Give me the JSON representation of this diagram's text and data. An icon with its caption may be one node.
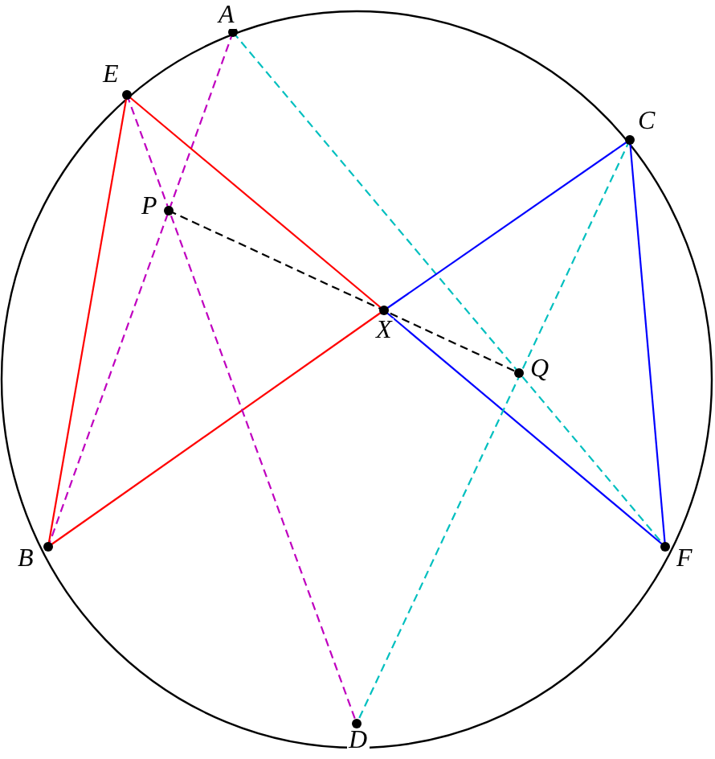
{
  "diagram": {
    "nodes": [
      {
        "text": [
          "A"
        ]
      },
      {
        "text": [
          "E"
        ]
      },
      {
        "text": [
          "C"
        ]
      },
      {
        "text": [
          "P"
        ]
      },
      {
        "text": [
          "X"
        ]
      },
      {
        "text": [
          "Q"
        ]
      },
      {
        "text": [
          "B"
        ]
      },
      {
        "text": [
          "F"
        ]
      },
      {
        "text": [
          "D"
        ]
      }
    ],
    "edges": [
      {
        "from": 0,
        "to": 6,
        "arrow": "none",
        "style": "dashed",
        "color": "#bf00bf"
      },
      {
        "from": 0,
        "to": 7,
        "arrow": "none",
        "style": "dashed",
        "color": "#00bfbf"
      },
      {
        "from": 1,
        "to": 6,
        "arrow": "none",
        "color": "#ff0000"
      },
      {
        "from": 1,
        "to": 4,
        "arrow": "none",
        "color": "#ff0000"
      },
      {
        "from": 4,
        "to": 6,
        "arrow": "none",
        "color": "#ff0000"
      },
      {
        "from": 1,
        "to": 8,
        "arrow": "none",
        "style": "dashed",
        "color": "#bf00bf"
      },
      {
        "from": 2,
        "to": 4,
        "arrow": "none",
        "color": "#0000ff"
      },
      {
        "from": 4,
        "to": 7,
        "arrow": "none",
        "color": "#0000ff"
      },
      {
        "from": 2,
        "to": 7,
        "arrow": "none",
        "color": "#0000ff"
      },
      {
        "from": 2,
        "to": 8,
        "arrow": "none",
        "style": "dashed",
        "color": "#00bfbf"
      },
      {
        "from": 3,
        "to": 5,
        "arrow": "none",
        "style": "dashed",
        "color": "#000000"
      }
    ]
  }
}
